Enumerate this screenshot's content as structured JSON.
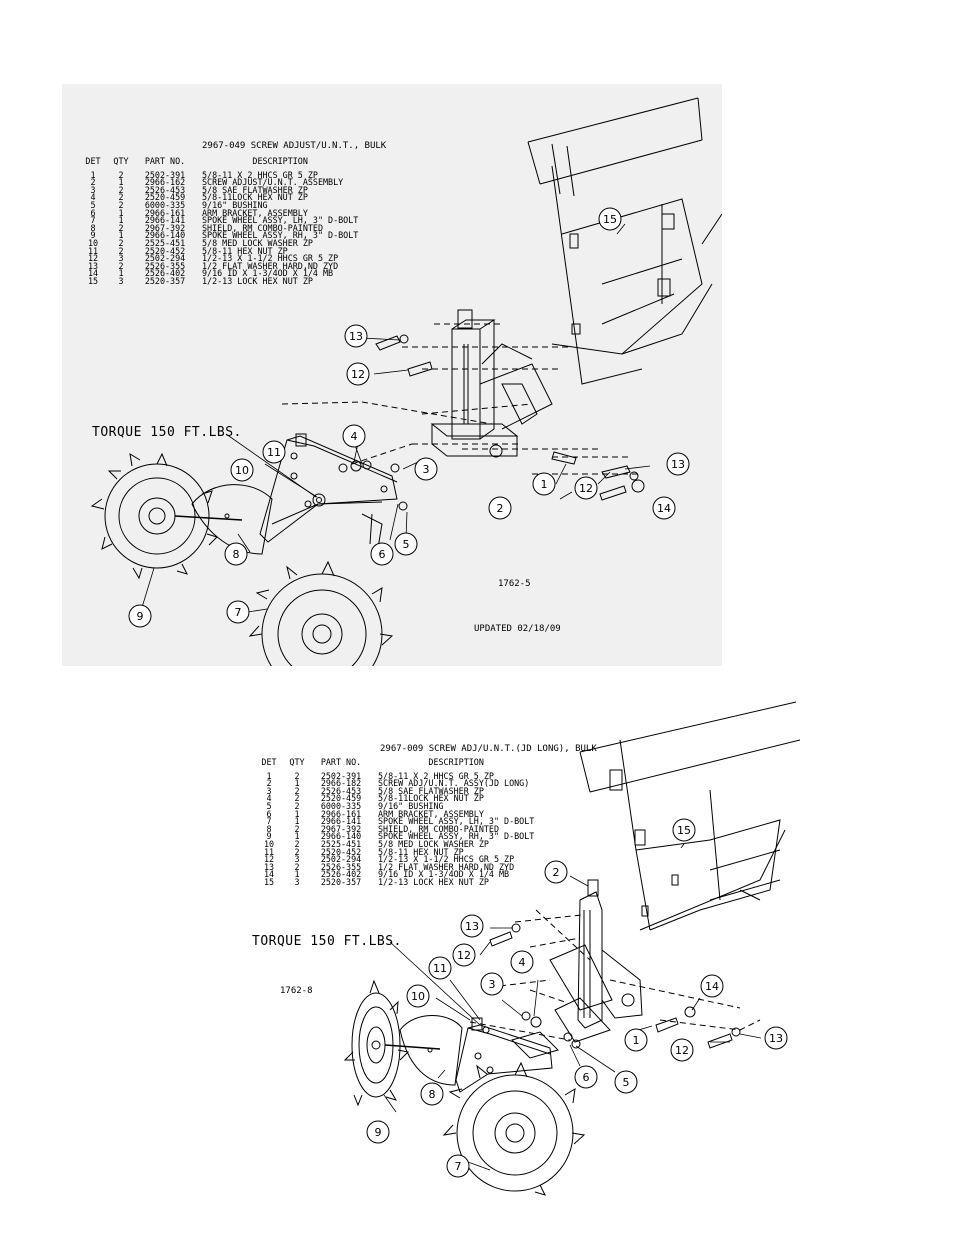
{
  "top": {
    "title": "2967-049 SCREW ADJUST/U.N.T., BULK",
    "headers": {
      "det": "DET",
      "qty": "QTY",
      "part": "PART NO.",
      "desc": "DESCRIPTION"
    },
    "rows": [
      {
        "det": "1",
        "qty": "2",
        "part": "2502-391",
        "desc": "5/8-11 X 2 HHCS GR 5 ZP"
      },
      {
        "det": "2",
        "qty": "1",
        "part": "2966-162",
        "desc": "SCREW ADJUST/U.N.T. ASSEMBLY"
      },
      {
        "det": "3",
        "qty": "2",
        "part": "2526-453",
        "desc": "5/8 SAE FLATWASHER ZP"
      },
      {
        "det": "4",
        "qty": "2",
        "part": "2520-459",
        "desc": "5/8-11LOCK HEX NUT ZP"
      },
      {
        "det": "5",
        "qty": "2",
        "part": "6000-335",
        "desc": "9/16\" BUSHING"
      },
      {
        "det": "6",
        "qty": "1",
        "part": "2966-161",
        "desc": "ARM BRACKET, ASSEMBLY"
      },
      {
        "det": "7",
        "qty": "1",
        "part": "2966-141",
        "desc": "SPOKE WHEEL ASSY, LH, 3\" D-BOLT"
      },
      {
        "det": "8",
        "qty": "2",
        "part": "2967-392",
        "desc": "SHIELD, RM COMBO-PAINTED"
      },
      {
        "det": "9",
        "qty": "1",
        "part": "2966-140",
        "desc": "SPOKE WHEEL ASSY, RH, 3\" D-BOLT"
      },
      {
        "det": "10",
        "qty": "2",
        "part": "2525-451",
        "desc": "5/8 MED LOCK WASHER ZP"
      },
      {
        "det": "11",
        "qty": "2",
        "part": "2520-452",
        "desc": "5/8-11 HEX NUT ZP"
      },
      {
        "det": "12",
        "qty": "3",
        "part": "2502-294",
        "desc": "1/2-13 X 1-1/2 HHCS GR 5 ZP"
      },
      {
        "det": "13",
        "qty": "2",
        "part": "2526-355",
        "desc": "1/2 FLAT WASHER HARD,ND ZYD"
      },
      {
        "det": "14",
        "qty": "1",
        "part": "2526-402",
        "desc": "9/16 ID X 1-3/4OD X 1/4 MB"
      },
      {
        "det": "15",
        "qty": "3",
        "part": "2520-357",
        "desc": "1/2-13 LOCK HEX NUT ZP"
      }
    ],
    "torque": "TORQUE 150 FT.LBS.",
    "drawing_no": "1762-5",
    "updated": "UPDATED 02/18/09",
    "callouts": [
      "15",
      "13",
      "12",
      "4",
      "11",
      "3",
      "13",
      "10",
      "1",
      "12",
      "2",
      "14",
      "8",
      "6",
      "5",
      "9",
      "7"
    ]
  },
  "bottom": {
    "title": "2967-009  SCREW ADJ/U.N.T.(JD LONG), BULK",
    "headers": {
      "det": "DET",
      "qty": "QTY",
      "part": "PART NO.",
      "desc": "DESCRIPTION"
    },
    "rows": [
      {
        "det": "1",
        "qty": "2",
        "part": "2502-391",
        "desc": "5/8-11 X 2 HHCS GR 5 ZP"
      },
      {
        "det": "2",
        "qty": "1",
        "part": "2966-182",
        "desc": "SCREW ADJ/U.N.T. ASSY(JD LONG)"
      },
      {
        "det": "3",
        "qty": "2",
        "part": "2526-453",
        "desc": "5/8 SAE FLATWASHER ZP"
      },
      {
        "det": "4",
        "qty": "2",
        "part": "2520-459",
        "desc": "5/8-11LOCK HEX NUT ZP"
      },
      {
        "det": "5",
        "qty": "2",
        "part": "6000-335",
        "desc": "9/16\" BUSHING"
      },
      {
        "det": "6",
        "qty": "1",
        "part": "2966-161",
        "desc": "ARM BRACKET, ASSEMBLY"
      },
      {
        "det": "7",
        "qty": "1",
        "part": "2966-141",
        "desc": "SPOKE WHEEL ASSY, LH, 3\" D-BOLT"
      },
      {
        "det": "8",
        "qty": "2",
        "part": "2967-392",
        "desc": "SHIELD, RM COMBO-PAINTED"
      },
      {
        "det": "9",
        "qty": "1",
        "part": "2966-140",
        "desc": "SPOKE WHEEL ASSY, RH, 3\" D-BOLT"
      },
      {
        "det": "10",
        "qty": "2",
        "part": "2525-451",
        "desc": "5/8 MED LOCK WASHER ZP"
      },
      {
        "det": "11",
        "qty": "2",
        "part": "2520-452",
        "desc": "5/8-11 HEX NUT ZP"
      },
      {
        "det": "12",
        "qty": "3",
        "part": "2502-294",
        "desc": "1/2-13 X 1-1/2 HHCS GR 5 ZP"
      },
      {
        "det": "13",
        "qty": "2",
        "part": "2526-355",
        "desc": "1/2 FLAT WASHER HARD,ND ZYD"
      },
      {
        "det": "14",
        "qty": "1",
        "part": "2526-402",
        "desc": "9/16 ID X 1-3/4OD X 1/4 MB"
      },
      {
        "det": "15",
        "qty": "3",
        "part": "2520-357",
        "desc": "1/2-13 LOCK HEX NUT ZP"
      }
    ],
    "torque": "TORQUE 150 FT.LBS.",
    "drawing_no": "1762-8",
    "callouts": [
      "2",
      "15",
      "13",
      "12",
      "11",
      "4",
      "3",
      "10",
      "14",
      "1",
      "12",
      "13",
      "6",
      "5",
      "8",
      "9",
      "7"
    ]
  }
}
